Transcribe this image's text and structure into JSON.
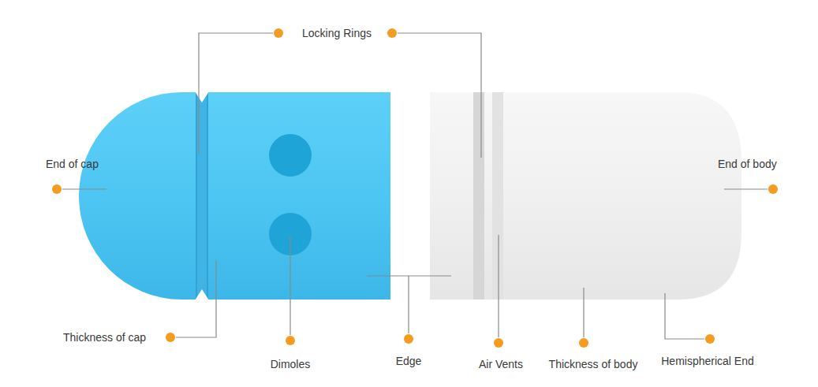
{
  "diagram": {
    "labels": [
      "Locking Rings",
      "End of cap",
      "End of body",
      "Thickness of cap",
      "Dimoles",
      "Edge",
      "Air Vents",
      "Thickness of body",
      "Hemispherical End"
    ]
  }
}
